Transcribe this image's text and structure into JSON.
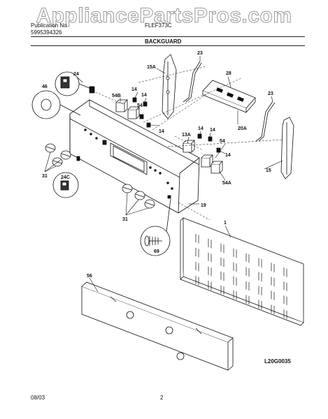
{
  "watermark": "AppliancePartsPros.com",
  "header": {
    "publication": "Publication No",
    "publication_number": "5995394326",
    "model": "FLEF373C",
    "section_title": "BACKGUARD"
  },
  "labels": {
    "p24": "24",
    "p46": "46",
    "p54b": "54B",
    "p14a": "14",
    "p14b": "14",
    "p54a": "54",
    "p14c": "14",
    "p15a": "15A",
    "p23a": "23",
    "p28": "28",
    "p23b": "23",
    "p20a": "20A",
    "p13a": "13A",
    "p14d": "14",
    "p14e": "14",
    "p54c": "54",
    "p14f": "14",
    "p54d": "54A",
    "p15": "15",
    "p31a": "31",
    "p24c": "24C",
    "p31b": "31",
    "p19": "19",
    "p69": "69",
    "p1": "1",
    "p56": "56"
  },
  "footer": {
    "code": "L20G0035",
    "date": "08/03",
    "page": "2"
  }
}
